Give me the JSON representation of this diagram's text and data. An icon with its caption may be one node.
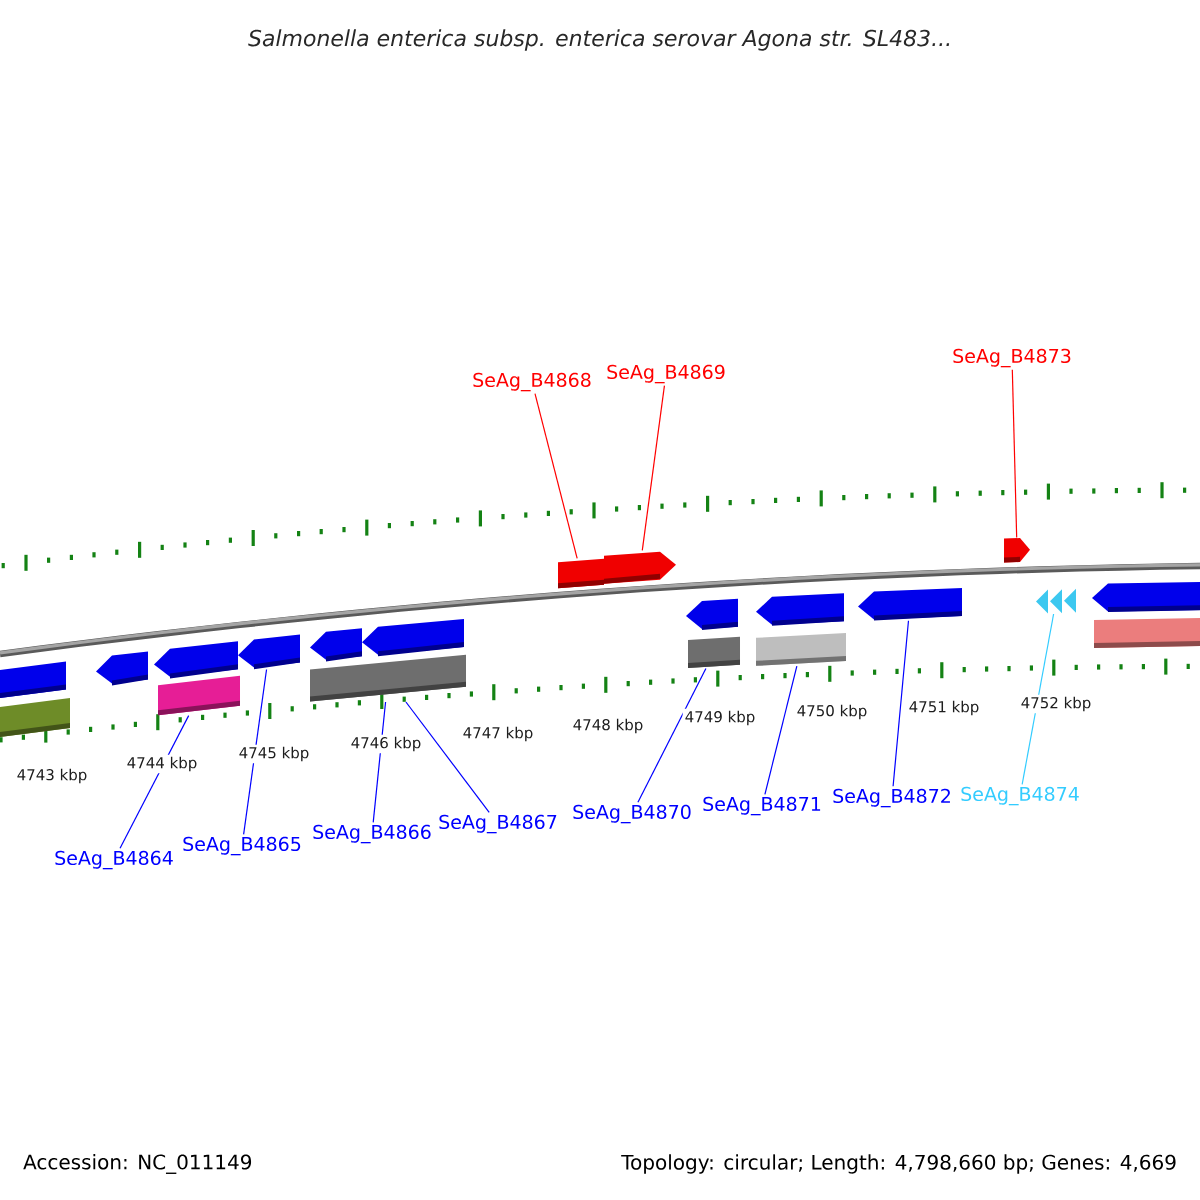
{
  "diagram": {
    "title": "Salmonella enterica subsp. enterica serovar Agona str. SL483...",
    "nodes": [
      {
        "text": [
          "SeAg_B4868"
        ]
      },
      {
        "text": [
          "SeAg_B4869"
        ]
      },
      {
        "text": [
          "SeAg_B4873"
        ]
      },
      {
        "text": [
          "SeAg_B4864"
        ]
      },
      {
        "text": [
          "SeAg_B4865"
        ]
      },
      {
        "text": [
          "SeAg_B4866"
        ]
      },
      {
        "text": [
          "SeAg_B4867"
        ]
      },
      {
        "text": [
          "SeAg_B4870"
        ]
      },
      {
        "text": [
          "SeAg_B4871"
        ]
      },
      {
        "text": [
          "SeAg_B4872"
        ]
      },
      {
        "text": [
          "SeAg_B4874"
        ]
      },
      {
        "text": [],
        "shape": "bar"
      },
      {
        "text": [],
        "shape": "bar"
      },
      {
        "text": [],
        "shape": "arrow"
      },
      {
        "text": [],
        "shape": "arrow"
      },
      {
        "text": [],
        "shape": "bar"
      },
      {
        "text": [],
        "shape": "arrow"
      },
      {
        "text": [],
        "shape": "arrow"
      },
      {
        "text": [],
        "shape": "bar"
      },
      {
        "text": [],
        "shape": "arrow"
      },
      {
        "text": [],
        "shape": "bar"
      },
      {
        "text": [],
        "shape": "arrow"
      },
      {
        "text": [],
        "shape": "arrow"
      },
      {
        "text": [],
        "shape": "bar"
      },
      {
        "text": [],
        "shape": "arrow"
      },
      {
        "text": [],
        "shape": "bar"
      },
      {
        "text": [],
        "shape": "arrow"
      },
      {
        "text": [],
        "shape": "arrow"
      },
      {
        "text": [],
        "shape": "triangle"
      },
      {
        "text": [],
        "shape": "arrow"
      },
      {
        "text": [],
        "shape": "bar"
      }
    ],
    "edges": [
      {
        "from": 0,
        "to": 20,
        "arrow": "none",
        "color": "#ff0000"
      },
      {
        "from": 1,
        "to": 21,
        "arrow": "none",
        "color": "#ff0000"
      },
      {
        "from": 2,
        "to": 27,
        "arrow": "none",
        "color": "#ff0000"
      },
      {
        "from": 3,
        "to": 15,
        "arrow": "none"
      },
      {
        "from": 4,
        "to": 16,
        "arrow": "none"
      },
      {
        "from": 5,
        "to": 18,
        "arrow": "none"
      },
      {
        "from": 6,
        "to": 18,
        "arrow": "none"
      },
      {
        "from": 7,
        "to": 23,
        "arrow": "none"
      },
      {
        "from": 8,
        "to": 25,
        "arrow": "none"
      },
      {
        "from": 9,
        "to": 26,
        "arrow": "none"
      },
      {
        "from": 10,
        "to": 28,
        "arrow": "none",
        "color": "#33ccff"
      }
    ],
    "labels": [
      "4743 kbp",
      "4744 kbp",
      "4745 kbp",
      "4746 kbp",
      "4747 kbp",
      "4748 kbp",
      "4749 kbp",
      "4750 kbp",
      "4751 kbp",
      "4752 kbp",
      "Accession: NC_011149",
      "Topology: circular; Length: 4,798,660 bp; Genes: 4,669"
    ]
  }
}
